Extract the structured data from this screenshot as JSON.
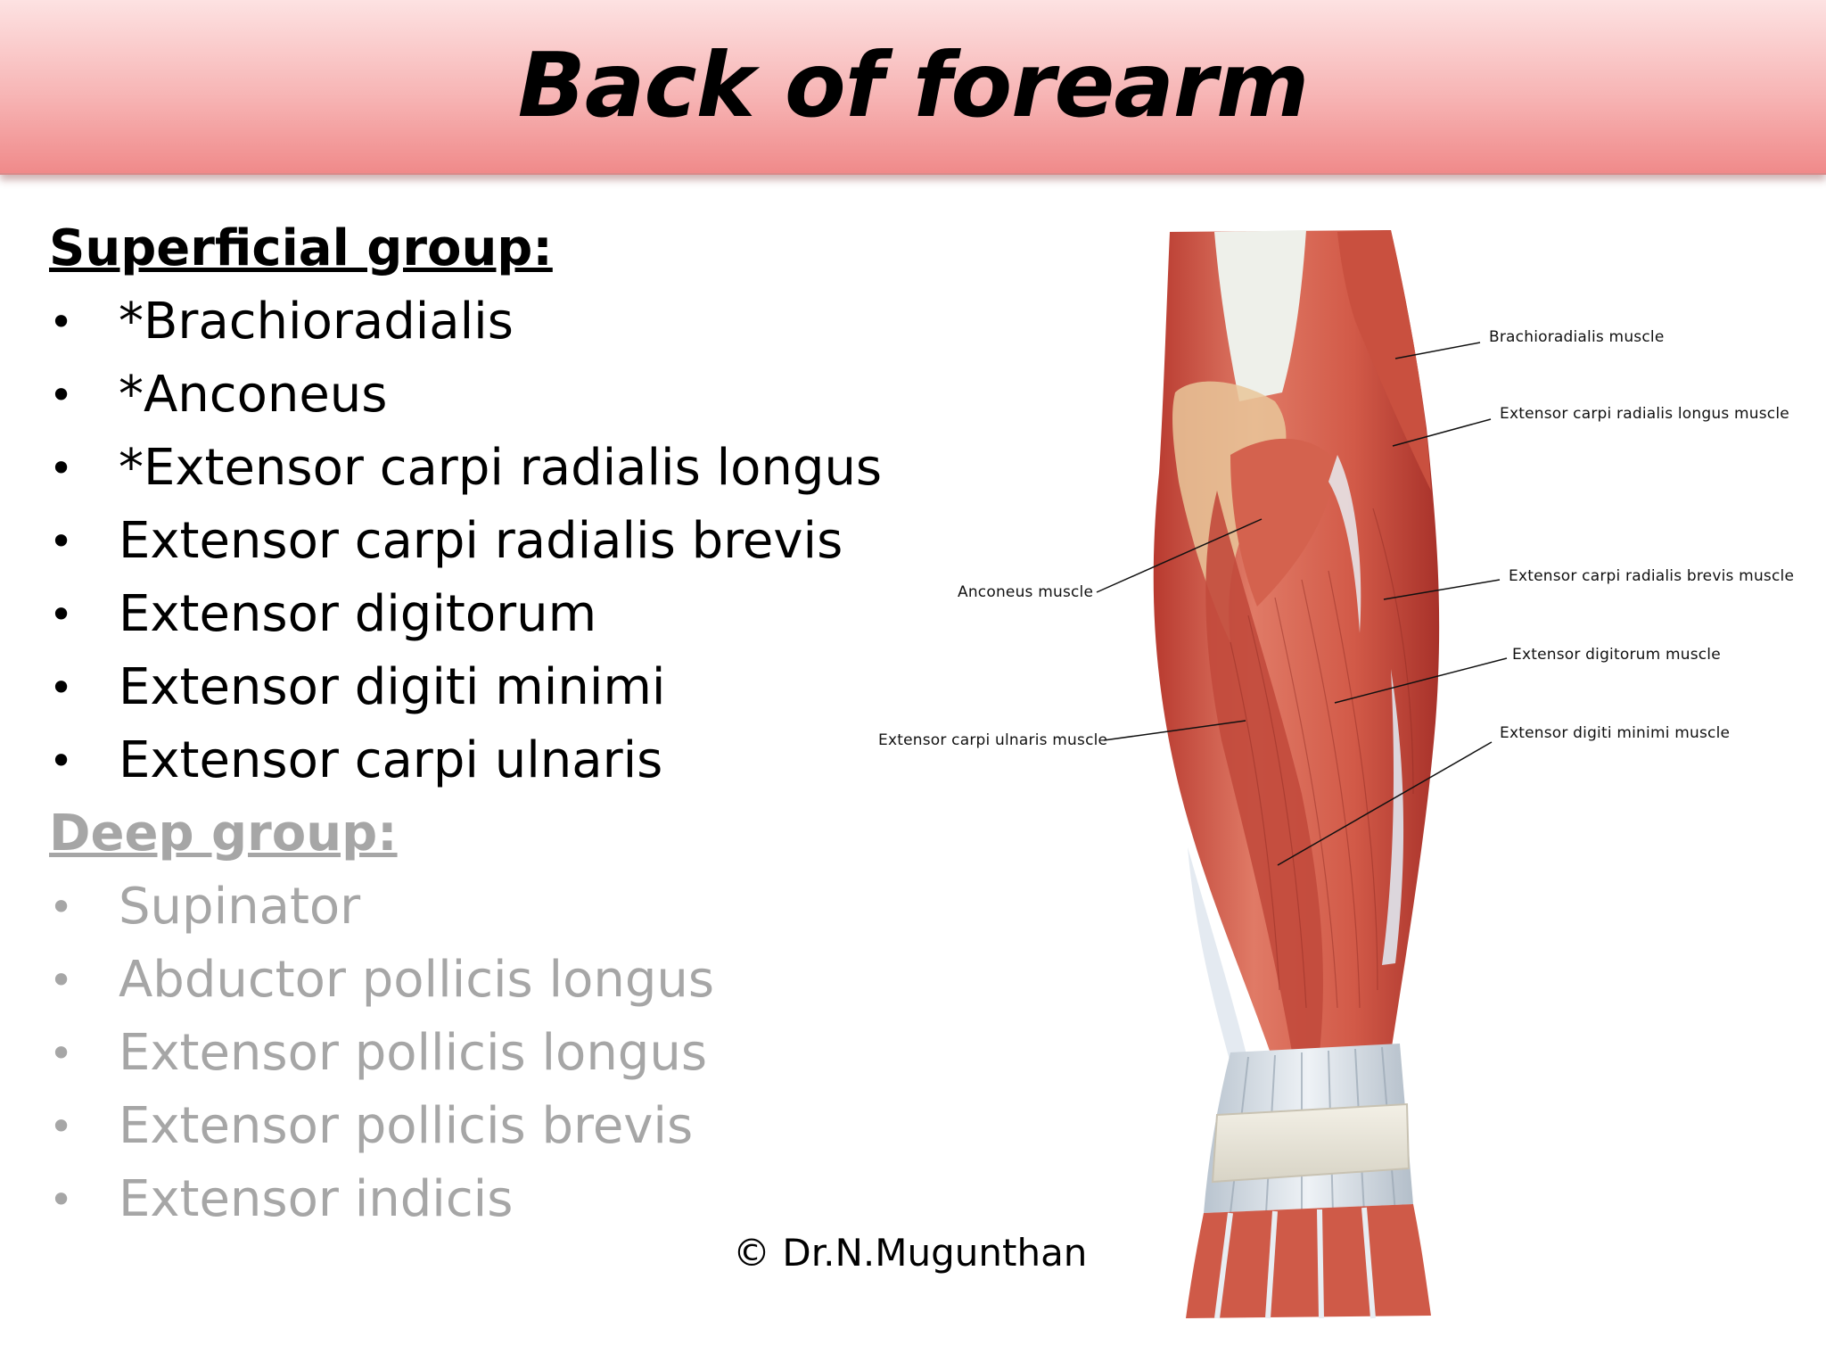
{
  "header": {
    "title": "Back of forearm"
  },
  "superficial": {
    "heading": "Superficial group:",
    "items": [
      "*Brachioradialis",
      "*Anconeus",
      "*Extensor carpi radialis longus",
      "Extensor carpi radialis brevis",
      "Extensor digitorum",
      "Extensor digiti minimi",
      "Extensor carpi ulnaris"
    ]
  },
  "deep": {
    "heading": "Deep group:",
    "items": [
      "Supinator",
      "Abductor pollicis longus",
      "Extensor pollicis longus",
      "Extensor pollicis brevis",
      "Extensor indicis"
    ]
  },
  "figure": {
    "labels": {
      "brachioradialis": "Brachioradialis muscle",
      "ecrl": "Extensor carpi radialis longus muscle",
      "anconeus": "Anconeus muscle",
      "ecrb": "Extensor carpi radialis brevis muscle",
      "digitorum": "Extensor digitorum muscle",
      "ecu": "Extensor carpi ulnaris muscle",
      "digiti_minimi": "Extensor digiti minimi muscle"
    }
  },
  "credit": "© Dr.N.Mugunthan",
  "colors": {
    "title_bar": "#f7b5b5",
    "deep_text": "#a6a6a6",
    "muscle": "#d9614f",
    "tendon": "#dfe6ee"
  }
}
